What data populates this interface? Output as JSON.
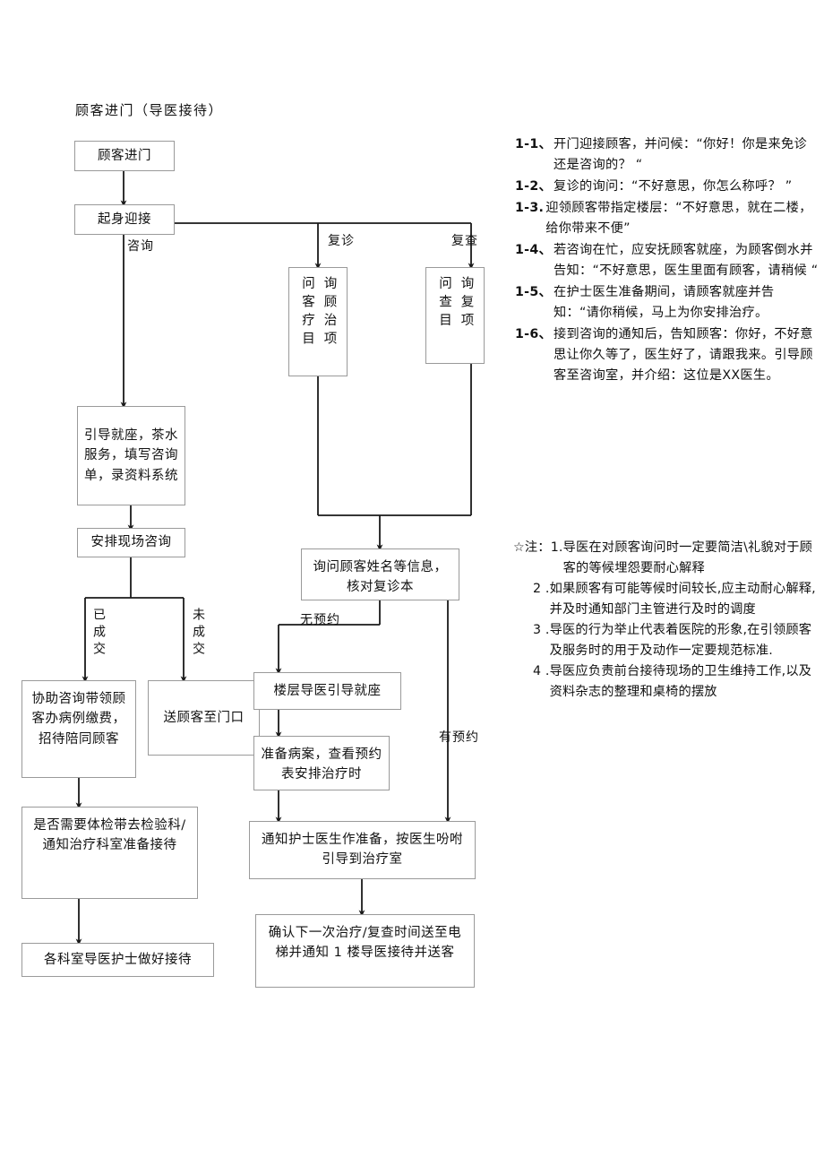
{
  "title": "顾客进门（导医接待）",
  "flow": {
    "nodes": [
      {
        "id": "n1",
        "label": "顾客进门"
      },
      {
        "id": "n2",
        "label": "起身迎接"
      },
      {
        "id": "n3",
        "label": "引导就座，茶水服务，填写咨询单，录资料系统"
      },
      {
        "id": "n4",
        "label": "安排现场咨询"
      },
      {
        "id": "n5",
        "label": "协助咨询带领顾客办病例缴费，招待陪同顾客"
      },
      {
        "id": "n6",
        "label": "送顾客至门口"
      },
      {
        "id": "n7",
        "label": "是否需要体检带去检验科/通知治疗科室准备接待"
      },
      {
        "id": "n8",
        "label": "各科室导医护士做好接待"
      },
      {
        "id": "n9",
        "label": "询问顾客姓名等信息，核对复诊本"
      },
      {
        "id": "n10",
        "label": "楼层导医引导就座"
      },
      {
        "id": "n11",
        "label": "准备病案，查看预约表安排治疗时"
      },
      {
        "id": "n12",
        "label": "通知护士医生作准备，按医生吩咐引导到治疗室"
      },
      {
        "id": "n13",
        "label": "确认下一次治疗/复查时间送至电梯并通知 1 楼导医接待并送客"
      }
    ],
    "vnodes": [
      {
        "id": "v1",
        "col_right": "询顾治项",
        "col_left": "问客疗目"
      },
      {
        "id": "v2",
        "col_right": "询复项",
        "col_left": "问查目"
      }
    ],
    "edge_labels": [
      {
        "id": "e1",
        "text": "咨询"
      },
      {
        "id": "e2",
        "text": "复诊"
      },
      {
        "id": "e3",
        "text": "复查"
      },
      {
        "id": "e4",
        "text": "已成交"
      },
      {
        "id": "e5",
        "text": "未成交"
      },
      {
        "id": "e6",
        "text": "无预约"
      },
      {
        "id": "e7",
        "text": "有预约"
      }
    ]
  },
  "steps": [
    {
      "num": "1-1、",
      "text": "开门迎接顾客，并问候：“你好！你是来免诊还是咨询的？ “"
    },
    {
      "num": "1-2、",
      "text": "复诊的询问：“不好意思，你怎么称呼？ ”"
    },
    {
      "num": "1-3.",
      "text": "迎领顾客带指定楼层：“不好意思，就在二楼，给你带来不便”"
    },
    {
      "num": "1-4、",
      "text": "若咨询在忙，应安抚顾客就座，为顾客倒水并告知：“不好意思，医生里面有顾客，请稍候 “"
    },
    {
      "num": "1-5、",
      "text": "在护士医生准备期间，请顾客就座并告知：“请你稍候，马上为你安排治疗。"
    },
    {
      "num": "1-6、",
      "text": "接到咨询的通知后，告知顾客：你好，不好意思让你久等了，医生好了，请跟我来。引导顾客至咨询室，并介绍：这位是XX医生。"
    }
  ],
  "notes": {
    "prefix": "☆注：",
    "items": [
      {
        "mark": "1.",
        "text": "导医在对顾客询问时一定要简洁\\礼貌对于顾客的等候埋怨要耐心解释"
      },
      {
        "mark": "2 .",
        "text": "如果顾客有可能等候时间较长,应主动耐心解释,并及时通知部门主管进行及时的调度"
      },
      {
        "mark": "3 .",
        "text": "导医的行为举止代表着医院的形象,在引领顾客及服务时的用于及动作一定要规范标准."
      },
      {
        "mark": "4 .",
        "text": "导医应负责前台接待现场的卫生维持工作,以及资料杂志的整理和桌椅的摆放"
      }
    ]
  },
  "colors": {
    "box_border": "#9a9a9a",
    "connector": "#1a1a1a",
    "text": "#111111",
    "background": "#ffffff"
  }
}
